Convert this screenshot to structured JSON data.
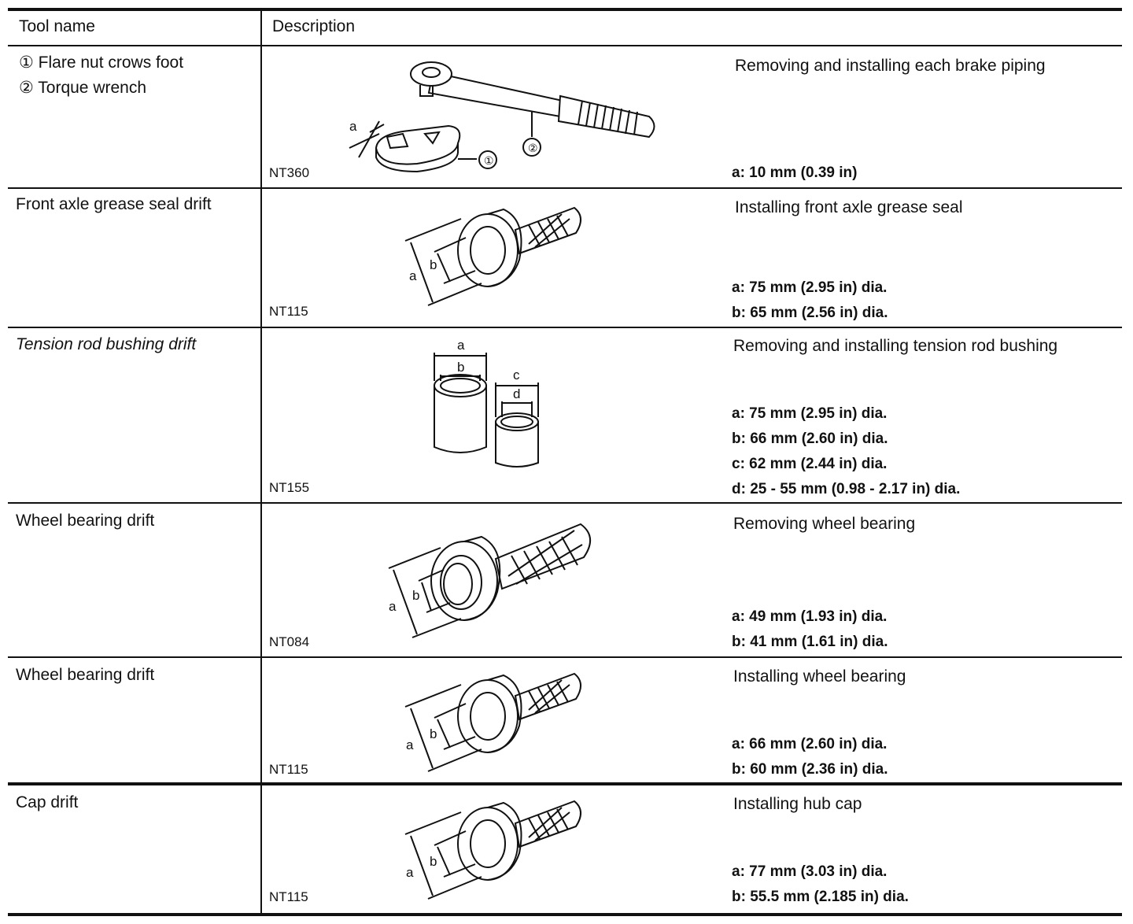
{
  "header": {
    "tool_name": "Tool name",
    "description": "Description"
  },
  "rows": [
    {
      "tool_lines": [
        "①  Flare nut crows foot",
        "②  Torque wrench"
      ],
      "code": "NT360",
      "purpose": "Removing and installing each brake piping",
      "specs": [
        "a: 10 mm (0.39 in)"
      ],
      "callouts": [
        "a",
        "①",
        "②"
      ]
    },
    {
      "tool_lines": [
        "Front axle grease seal drift"
      ],
      "code": "NT115",
      "purpose": "Installing front axle grease seal",
      "specs": [
        "a: 75 mm (2.95 in) dia.",
        "b: 65 mm (2.56 in) dia."
      ],
      "callouts": [
        "a",
        "b"
      ]
    },
    {
      "tool_lines": [
        "Tension rod bushing drift"
      ],
      "code": "NT155",
      "purpose": "Removing and installing tension rod bushing",
      "specs": [
        "a: 75 mm (2.95 in) dia.",
        "b: 66 mm (2.60 in) dia.",
        "c: 62 mm (2.44 in) dia.",
        "d: 25 - 55 mm (0.98 - 2.17 in) dia."
      ],
      "callouts": [
        "a",
        "b",
        "c",
        "d"
      ]
    },
    {
      "tool_lines": [
        "Wheel bearing drift"
      ],
      "code": "NT084",
      "purpose": "Removing wheel bearing",
      "specs": [
        "a: 49 mm (1.93 in) dia.",
        "b: 41 mm (1.61 in) dia."
      ],
      "callouts": [
        "a",
        "b"
      ]
    },
    {
      "tool_lines": [
        "Wheel bearing drift"
      ],
      "code": "NT115",
      "purpose": "Installing wheel bearing",
      "specs": [
        "a: 66 mm (2.60 in) dia.",
        "b: 60 mm (2.36 in) dia."
      ],
      "callouts": [
        "a",
        "b"
      ]
    },
    {
      "tool_lines": [
        "Cap drift"
      ],
      "code": "NT115",
      "purpose": "Installing hub cap",
      "specs": [
        "a: 77 mm (3.03 in) dia.",
        "b: 55.5 mm (2.185 in) dia."
      ],
      "callouts": [
        "a",
        "b"
      ]
    }
  ]
}
